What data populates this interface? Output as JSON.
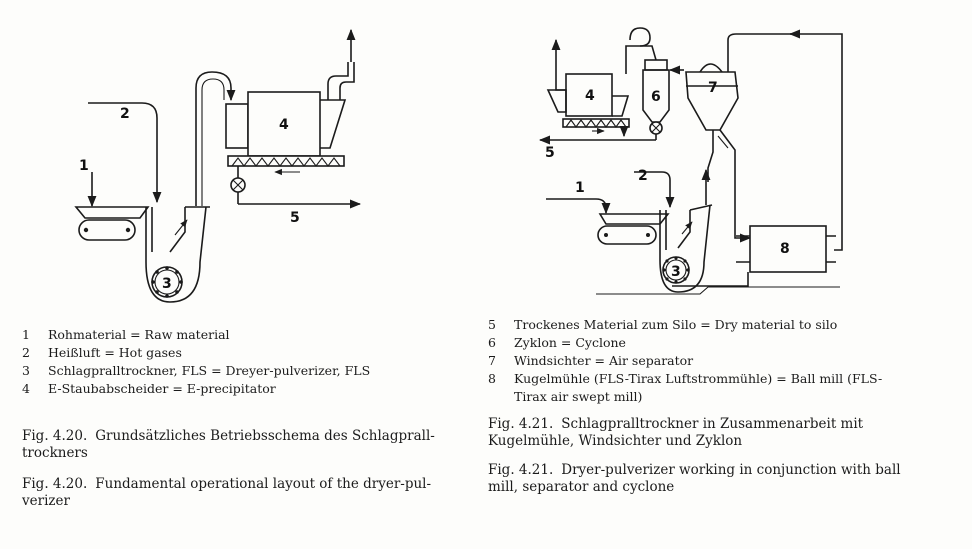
{
  "left": {
    "labels": [
      "1",
      "2",
      "3",
      "4",
      "5"
    ],
    "legend": [
      {
        "n": "1",
        "text": "Rohmaterial = Raw material"
      },
      {
        "n": "2",
        "text": "Heißluft = Hot gases"
      },
      {
        "n": "3",
        "text": "Schlagpralltrockner, FLS = Dreyer-pulverizer, FLS"
      },
      {
        "n": "4",
        "text": "E-Staubabscheider = E-precipitator"
      }
    ],
    "caption_de": {
      "fig": "Fig. 4.20.",
      "text": "Grundsätzliches Betriebsschema des Schlagprall-trockners"
    },
    "caption_en": {
      "fig": "Fig. 4.20.",
      "text": "Fundamental operational layout of the dryer-pul-verizer"
    }
  },
  "right": {
    "labels": [
      "1",
      "2",
      "3",
      "4",
      "5",
      "6",
      "7",
      "8"
    ],
    "legend": [
      {
        "n": "5",
        "text": "Trockenes Material zum Silo = Dry material to silo"
      },
      {
        "n": "6",
        "text": "Zyklon = Cyclone"
      },
      {
        "n": "7",
        "text": "Windsichter = Air separator"
      },
      {
        "n": "8",
        "text": "Kugelmühle (FLS-Tirax Luftstrommühle) = Ball mill (FLS-Tirax air swept mill)"
      }
    ],
    "caption_de": {
      "fig": "Fig. 4.21.",
      "text": "Schlagpralltrockner in Zusammenarbeit mit Kugelmühle, Windsichter und Zyklon"
    },
    "caption_en": {
      "fig": "Fig. 4.21.",
      "text": "Dryer-pulverizer working in conjunction with ball mill, separator and cyclone"
    }
  }
}
